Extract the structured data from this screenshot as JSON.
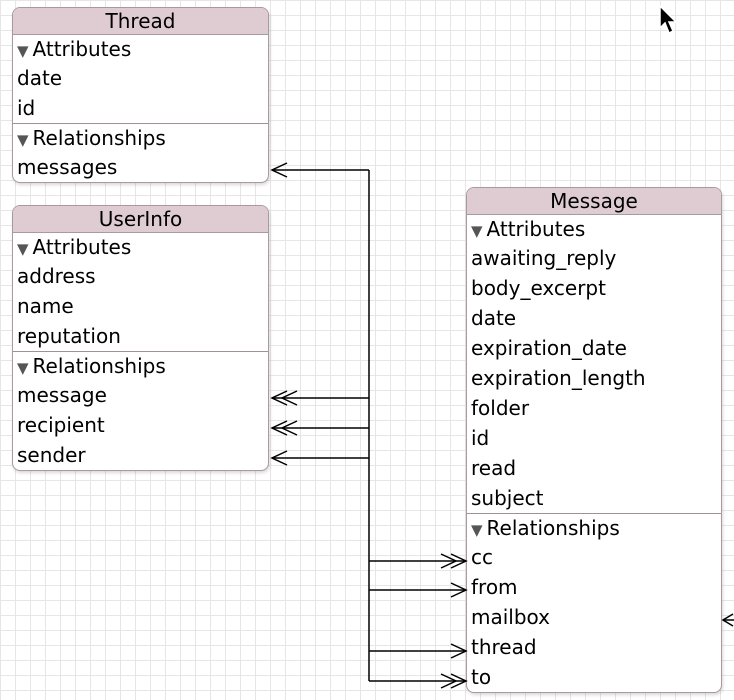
{
  "entities": [
    {
      "name": "Thread",
      "attributes_label": "Attributes",
      "attributes": [
        "date",
        "id"
      ],
      "relationships_label": "Relationships",
      "relationships": [
        "messages"
      ]
    },
    {
      "name": "UserInfo",
      "attributes_label": "Attributes",
      "attributes": [
        "address",
        "name",
        "reputation"
      ],
      "relationships_label": "Relationships",
      "relationships": [
        "message",
        "recipient",
        "sender"
      ]
    },
    {
      "name": "Message",
      "attributes_label": "Attributes",
      "attributes": [
        "awaiting_reply",
        "body_excerpt",
        "date",
        "expiration_date",
        "expiration_length",
        "folder",
        "id",
        "read",
        "subject"
      ],
      "relationships_label": "Relationships",
      "relationships": [
        "cc",
        "from",
        "mailbox",
        "thread",
        "to"
      ]
    }
  ],
  "colors": {
    "header_fill": "#dfccd2",
    "border": "#a89aa0",
    "grid": "#e6e6e6",
    "wire": "#000000"
  },
  "icons": [
    "disclosure-triangle-icon",
    "mouse-pointer-icon",
    "arrow-head-icon"
  ]
}
